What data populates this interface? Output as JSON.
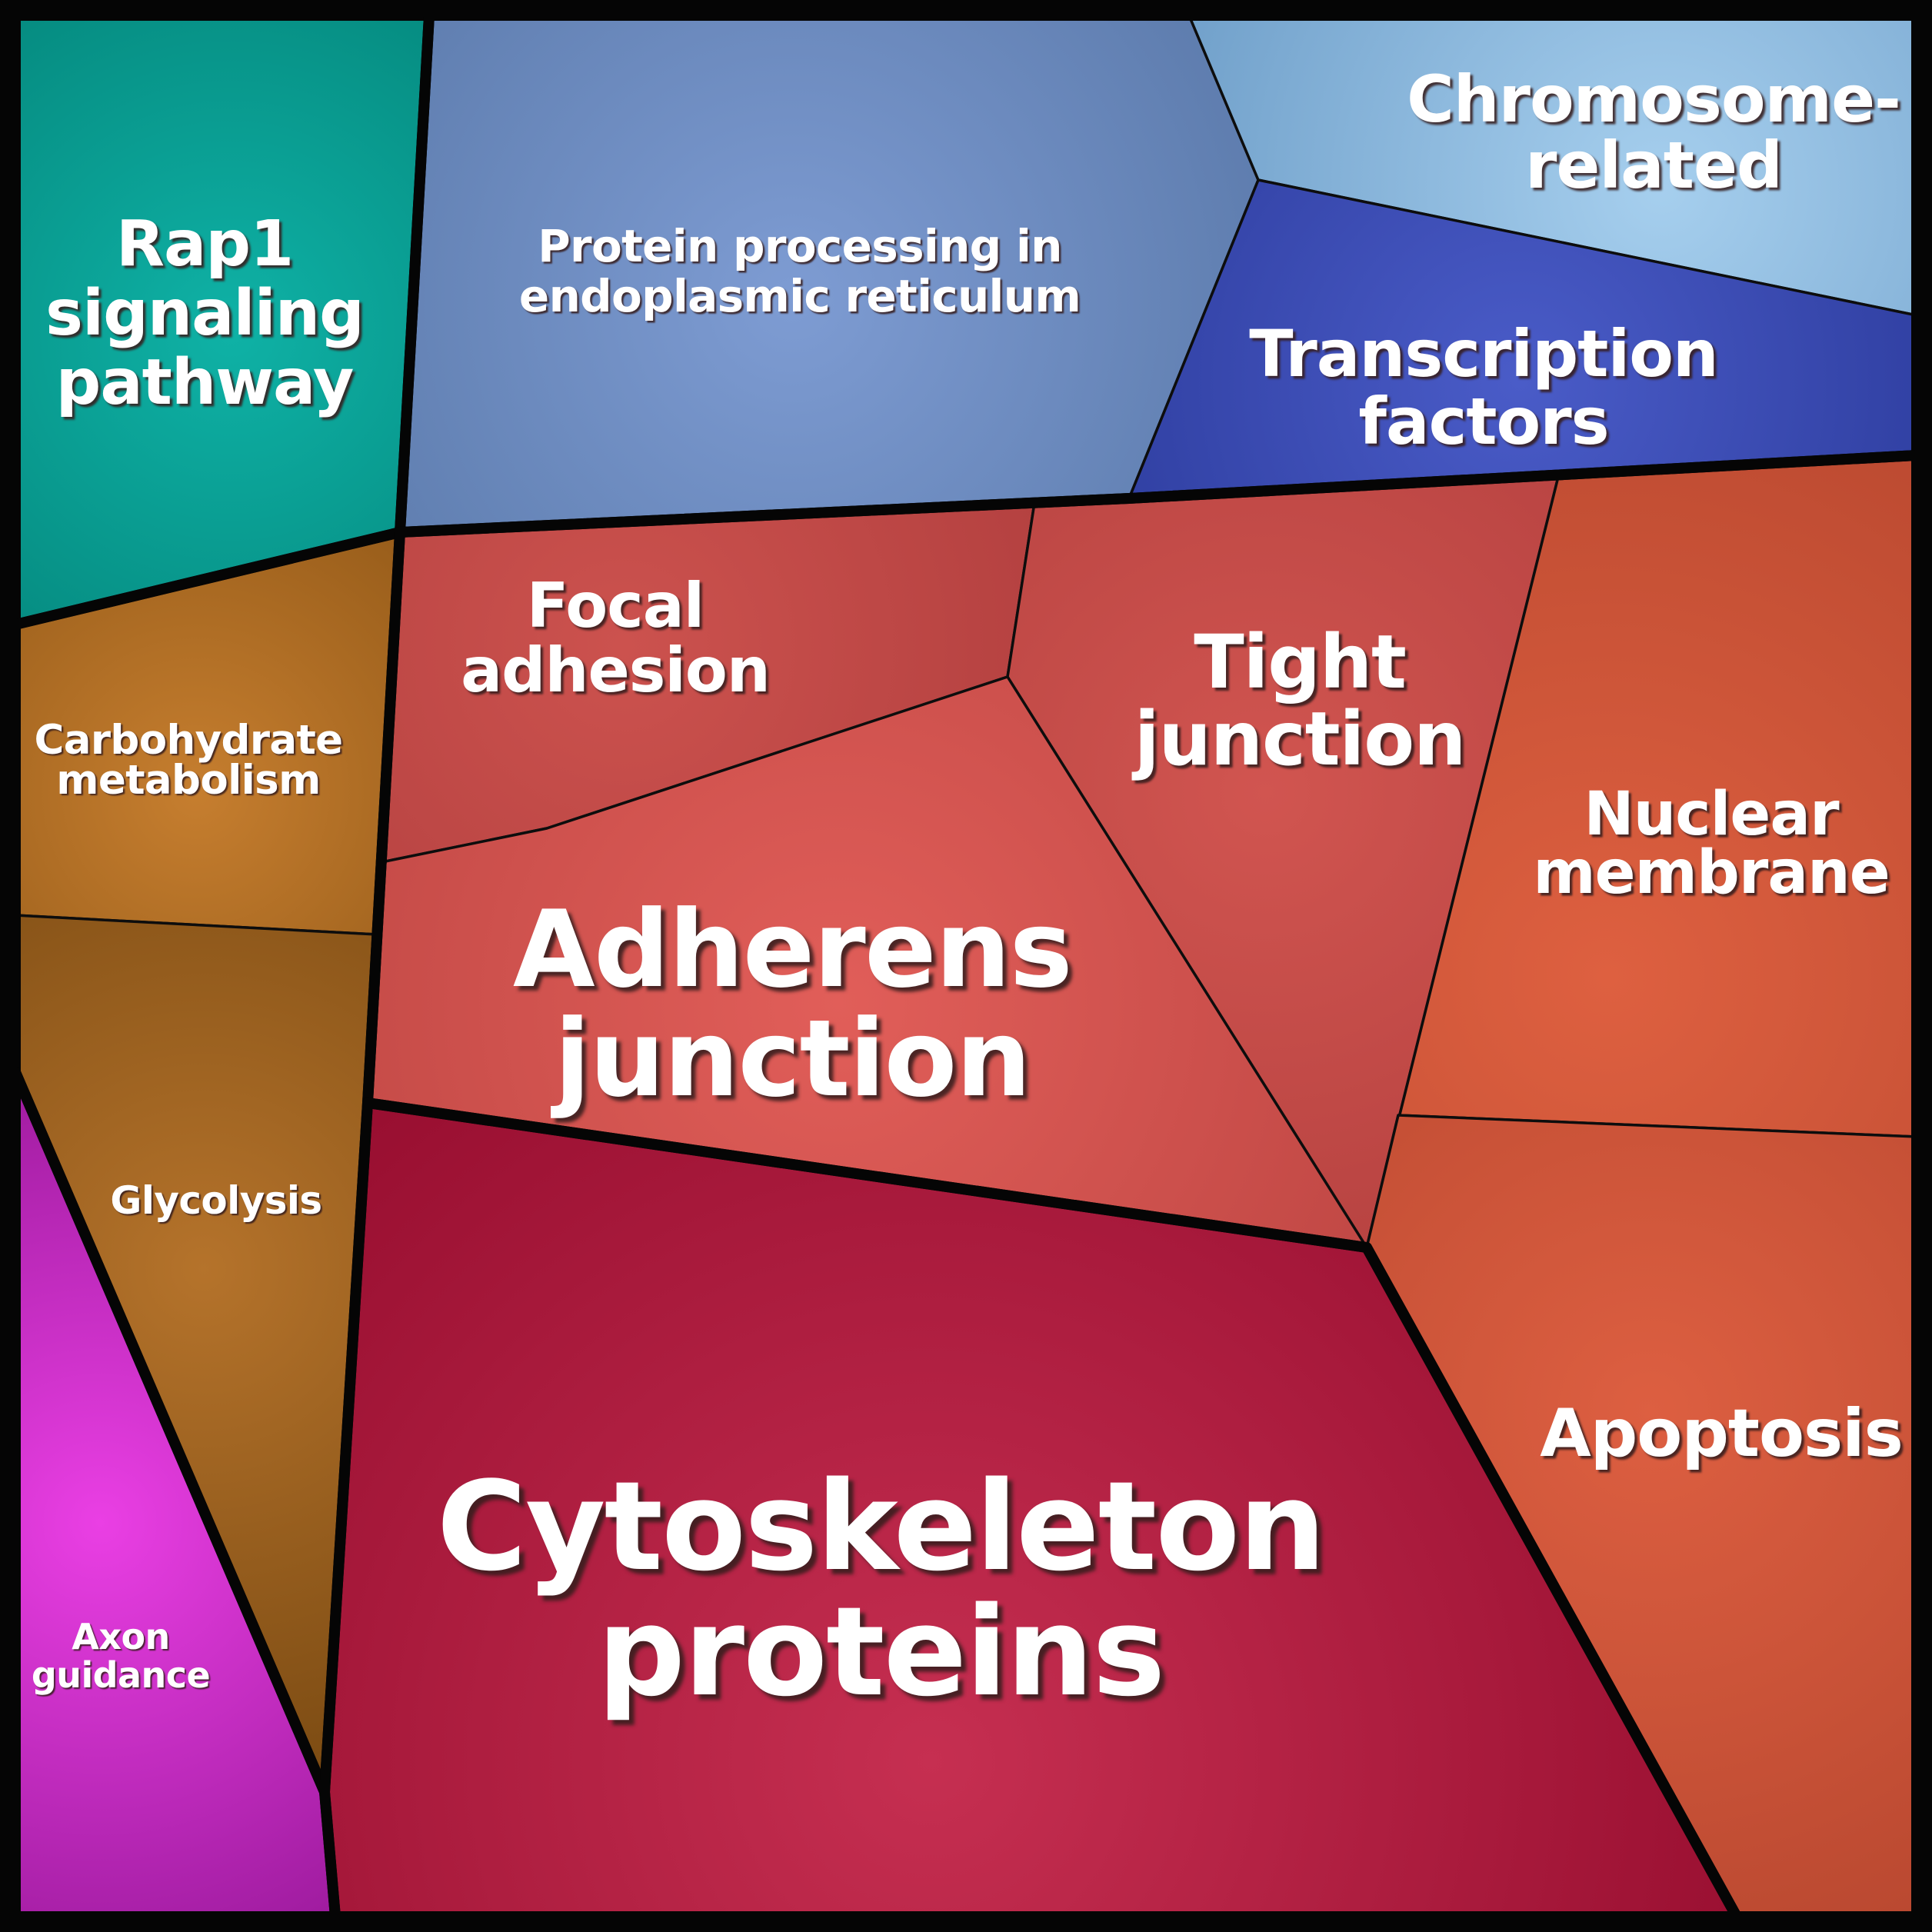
{
  "chart_data": {
    "type": "treemap",
    "style": "voronoi-treemap",
    "legend": "none",
    "cells": [
      {
        "label": "Rap1 signaling pathway",
        "group": "teal-signaling",
        "area_pct": 6.2
      },
      {
        "label": "Protein processing in endoplasmic reticulum",
        "group": "blue-genetic",
        "area_pct": 10.9
      },
      {
        "label": "Chromosome-related",
        "group": "blue-genetic",
        "area_pct": 4.4
      },
      {
        "label": "Transcription factors",
        "group": "blue-genetic",
        "area_pct": 4.7
      },
      {
        "label": "Carbohydrate metabolism",
        "group": "brown-metabolism",
        "area_pct": 3.6
      },
      {
        "label": "Glycolysis",
        "group": "brown-metabolism",
        "area_pct": 5.0
      },
      {
        "label": "Axon guidance",
        "group": "magenta",
        "area_pct": 4.2
      },
      {
        "label": "Focal adhesion",
        "group": "red-cellular",
        "area_pct": 4.4
      },
      {
        "label": "Tight junction",
        "group": "red-cellular",
        "area_pct": 6.6
      },
      {
        "label": "Adherens junction",
        "group": "red-cellular",
        "area_pct": 9.1
      },
      {
        "label": "Nuclear membrane",
        "group": "red-cellular",
        "area_pct": 8.0
      },
      {
        "label": "Apoptosis",
        "group": "red-cellular",
        "area_pct": 8.6
      },
      {
        "label": "Cytoskeleton proteins",
        "group": "crimson",
        "area_pct": 24.5
      }
    ]
  },
  "regions": {
    "rap1": {
      "label": "Rap1\nsignaling\npathway",
      "center": "#0FB2A6",
      "edge": "#00756B"
    },
    "protein_er": {
      "label": "Protein processing in\nendoplasmic reticulum",
      "center": "#7E9CD3",
      "edge": "#51709F"
    },
    "chromosome": {
      "label": "Chromosome-\nrelated",
      "center": "#A6CFEE",
      "edge": "#6C9CC7"
    },
    "transcription": {
      "label": "Transcription\nfactors",
      "center": "#4A5CC8",
      "edge": "#2C3B9C"
    },
    "carbohydrate": {
      "label": "Carbohydrate\nmetabolism",
      "center": "#C67E2F",
      "edge": "#8A5314"
    },
    "glycolysis": {
      "label": "Glycolysis",
      "center": "#B5732B",
      "edge": "#7A4A12"
    },
    "axon": {
      "label": "Axon\nguidance",
      "center": "#EA3FE4",
      "edge": "#9E1B9E"
    },
    "focal": {
      "label": "Focal\nadhesion",
      "center": "#CC524E",
      "edge": "#AF3D3D"
    },
    "tight": {
      "label": "Tight\njunction",
      "center": "#D15550",
      "edge": "#B23F3E"
    },
    "adherens": {
      "label": "Adherens\njunction",
      "center": "#E15E59",
      "edge": "#BB4441"
    },
    "nuclear": {
      "label": "Nuclear\nmembrane",
      "center": "#DE6040",
      "edge": "#BC4A31"
    },
    "apoptosis": {
      "label": "Apoptosis",
      "center": "#DD5F41",
      "edge": "#B94830"
    },
    "cytoskeleton": {
      "label": "Cytoskeleton\nproteins",
      "center": "#C62F51",
      "edge": "#990F31"
    }
  },
  "colors": {
    "border": "#050505",
    "label_text": "#FFFFFF"
  }
}
